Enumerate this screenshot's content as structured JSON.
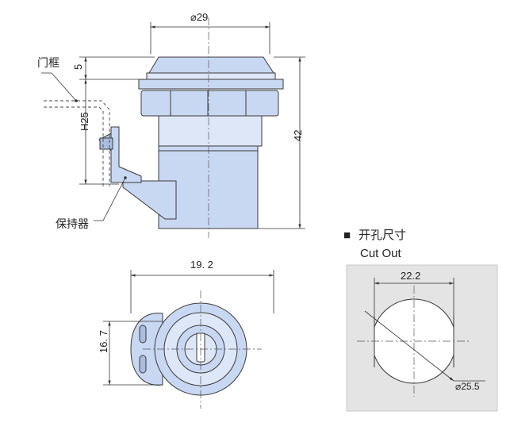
{
  "dimensions": {
    "diameter_top": "⌀29",
    "height_top": "5",
    "height_h25": "H25",
    "height_total": "42",
    "width_bottom": "19. 2",
    "height_bottom": "16. 7",
    "cutout_width": "22.2",
    "cutout_diameter": "⌀25.5"
  },
  "labels": {
    "door_frame": "门框",
    "retainer": "保持器",
    "cutout_title_cn": "开孔尺寸",
    "cutout_title_en": "Cut Out",
    "bullet": "■"
  },
  "colors": {
    "part_fill": "#c9d8f2",
    "part_fill_light": "#dde7f8",
    "panel_fill": "#e4e4e4",
    "line": "#3a3a3a"
  }
}
